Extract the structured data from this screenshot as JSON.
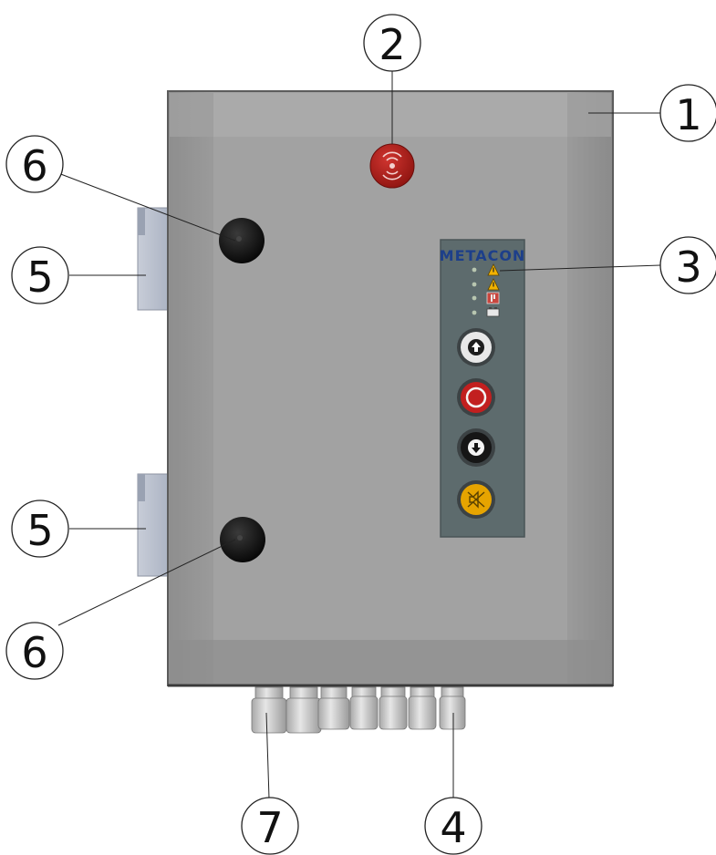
{
  "panel": {
    "brand": "METACON",
    "body_color": "#9a9a9a",
    "beacon_color": "#b3201c"
  },
  "control_panel": {
    "indicators": [
      "warning-triangle-icon",
      "warning-triangle-icon",
      "motor-fault-icon",
      "battery-icon"
    ],
    "buttons": [
      {
        "name": "up-arrow-button",
        "color": "#e8e8e8"
      },
      {
        "name": "stop-button",
        "color": "#c21f1f"
      },
      {
        "name": "down-arrow-button",
        "color": "#1b1b1b"
      },
      {
        "name": "mute-alarm-button",
        "color": "#e6a400"
      }
    ]
  },
  "callouts": [
    {
      "id": "callout-1",
      "label": "1"
    },
    {
      "id": "callout-2",
      "label": "2"
    },
    {
      "id": "callout-3",
      "label": "3"
    },
    {
      "id": "callout-4",
      "label": "4"
    },
    {
      "id": "callout-5a",
      "label": "5"
    },
    {
      "id": "callout-5b",
      "label": "5"
    },
    {
      "id": "callout-6a",
      "label": "6"
    },
    {
      "id": "callout-6b",
      "label": "6"
    },
    {
      "id": "callout-7",
      "label": "7"
    }
  ]
}
